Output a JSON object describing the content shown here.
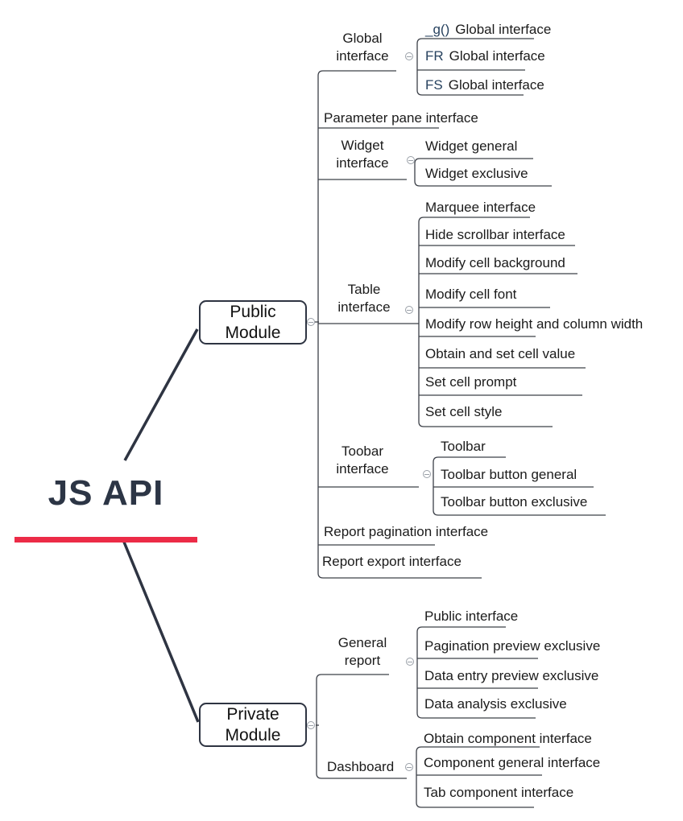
{
  "colors": {
    "accent_red": "#ec2b47",
    "connector_dark": "#2e3442",
    "branch_line": "#3c4048",
    "prefix_blue": "#27425f",
    "text": "#1b1b1b"
  },
  "root": {
    "label": "JS API"
  },
  "public": {
    "label": "Public Module",
    "children": [
      {
        "label": "Global interface",
        "children": [
          {
            "prefix": "_g()",
            "label": "Global interface"
          },
          {
            "prefix": "FR",
            "label": "Global interface"
          },
          {
            "prefix": "FS",
            "label": "Global interface"
          }
        ]
      },
      {
        "label": "Parameter pane interface"
      },
      {
        "label": "Widget interface",
        "children": [
          {
            "label": "Widget general"
          },
          {
            "label": "Widget exclusive"
          }
        ]
      },
      {
        "label": "Table interface",
        "children": [
          {
            "label": "Marquee interface"
          },
          {
            "label": "Hide scrollbar interface"
          },
          {
            "label": "Modify cell background"
          },
          {
            "label": "Modify cell font"
          },
          {
            "label": "Modify row height and column width"
          },
          {
            "label": "Obtain and set cell value"
          },
          {
            "label": "Set cell prompt"
          },
          {
            "label": "Set cell style"
          }
        ]
      },
      {
        "label": "Toobar interface",
        "children": [
          {
            "label": "Toolbar"
          },
          {
            "label": "Toolbar button general"
          },
          {
            "label": "Toolbar button exclusive"
          }
        ]
      },
      {
        "label": "Report pagination interface"
      },
      {
        "label": "Report export interface"
      }
    ]
  },
  "private": {
    "label": "Private Module",
    "children": [
      {
        "label": "General report",
        "children": [
          {
            "label": "Public interface"
          },
          {
            "label": "Pagination preview exclusive"
          },
          {
            "label": "Data entry preview exclusive"
          },
          {
            "label": "Data analysis exclusive"
          }
        ]
      },
      {
        "label": "Dashboard",
        "children": [
          {
            "label": "Obtain component interface"
          },
          {
            "label": "Component general interface"
          },
          {
            "label": "Tab component interface"
          }
        ]
      }
    ]
  }
}
